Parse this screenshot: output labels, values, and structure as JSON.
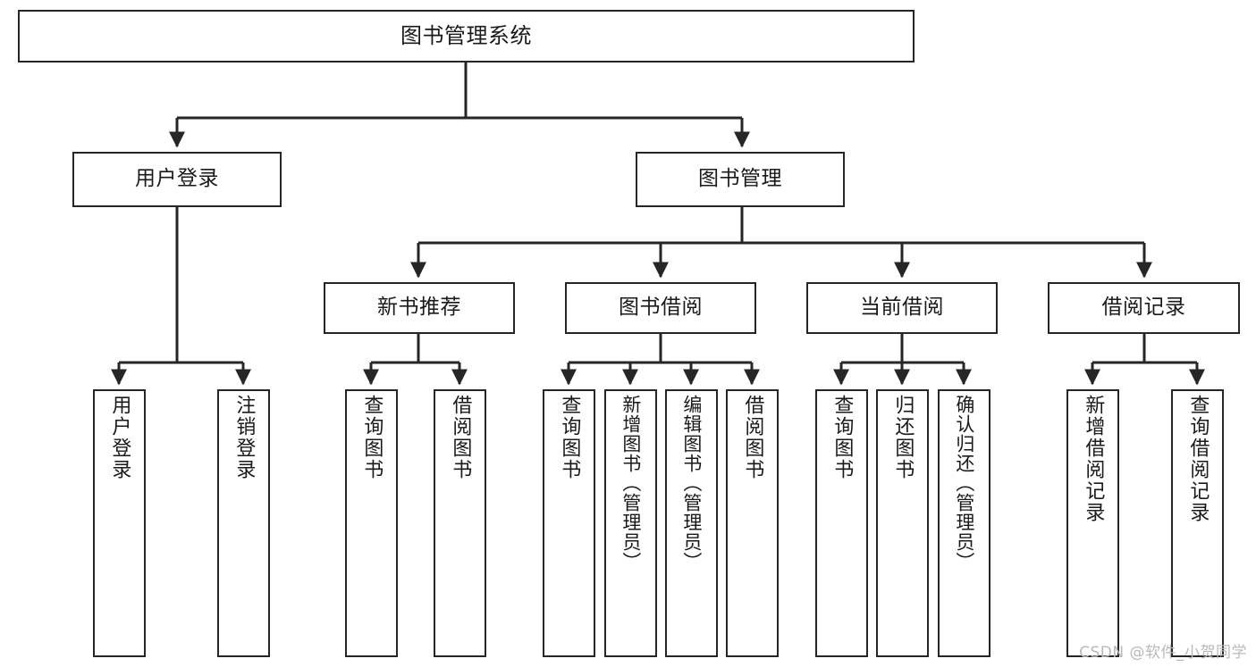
{
  "diagram": {
    "title": "图书管理系统",
    "type": "tree-hierarchy",
    "watermark": "CSDN @软件_小贺同学",
    "colors": {
      "node_border": "#262626",
      "node_fill": "#ffffff",
      "edge": "#262626",
      "text": "#1a1a1a",
      "watermark": "#b9b9b9",
      "background": "#ffffff"
    },
    "levels": {
      "level1": {
        "label": "图书管理系统"
      },
      "level2": [
        {
          "id": "user-login",
          "label": "用户登录"
        },
        {
          "id": "book-management",
          "label": "图书管理"
        }
      ],
      "level3": [
        {
          "id": "new-book-recommend",
          "label": "新书推荐"
        },
        {
          "id": "book-borrow",
          "label": "图书借阅"
        },
        {
          "id": "current-borrow",
          "label": "当前借阅"
        },
        {
          "id": "borrow-record",
          "label": "借阅记录"
        }
      ],
      "level4": {
        "user-login": [
          {
            "id": "leaf-user-login",
            "label": "用户登录"
          },
          {
            "id": "leaf-user-logout",
            "label": "注销登录"
          }
        ],
        "new-book-recommend": [
          {
            "id": "leaf-query-book-1",
            "label": "查询图书"
          },
          {
            "id": "leaf-borrow-book-1",
            "label": "借阅图书"
          }
        ],
        "book-borrow": [
          {
            "id": "leaf-query-book-2",
            "label": "查询图书"
          },
          {
            "id": "leaf-add-book",
            "label": "新增图书（管理员）"
          },
          {
            "id": "leaf-edit-book",
            "label": "编辑图书（管理员）"
          },
          {
            "id": "leaf-borrow-book-2",
            "label": "借阅图书"
          }
        ],
        "current-borrow": [
          {
            "id": "leaf-query-book-3",
            "label": "查询图书"
          },
          {
            "id": "leaf-return-book",
            "label": "归还图书"
          },
          {
            "id": "leaf-confirm-return",
            "label": "确认归还（管理员）"
          }
        ],
        "borrow-record": [
          {
            "id": "leaf-add-record",
            "label": "新增借阅记录"
          },
          {
            "id": "leaf-query-record",
            "label": "查询借阅记录"
          }
        ]
      }
    }
  }
}
